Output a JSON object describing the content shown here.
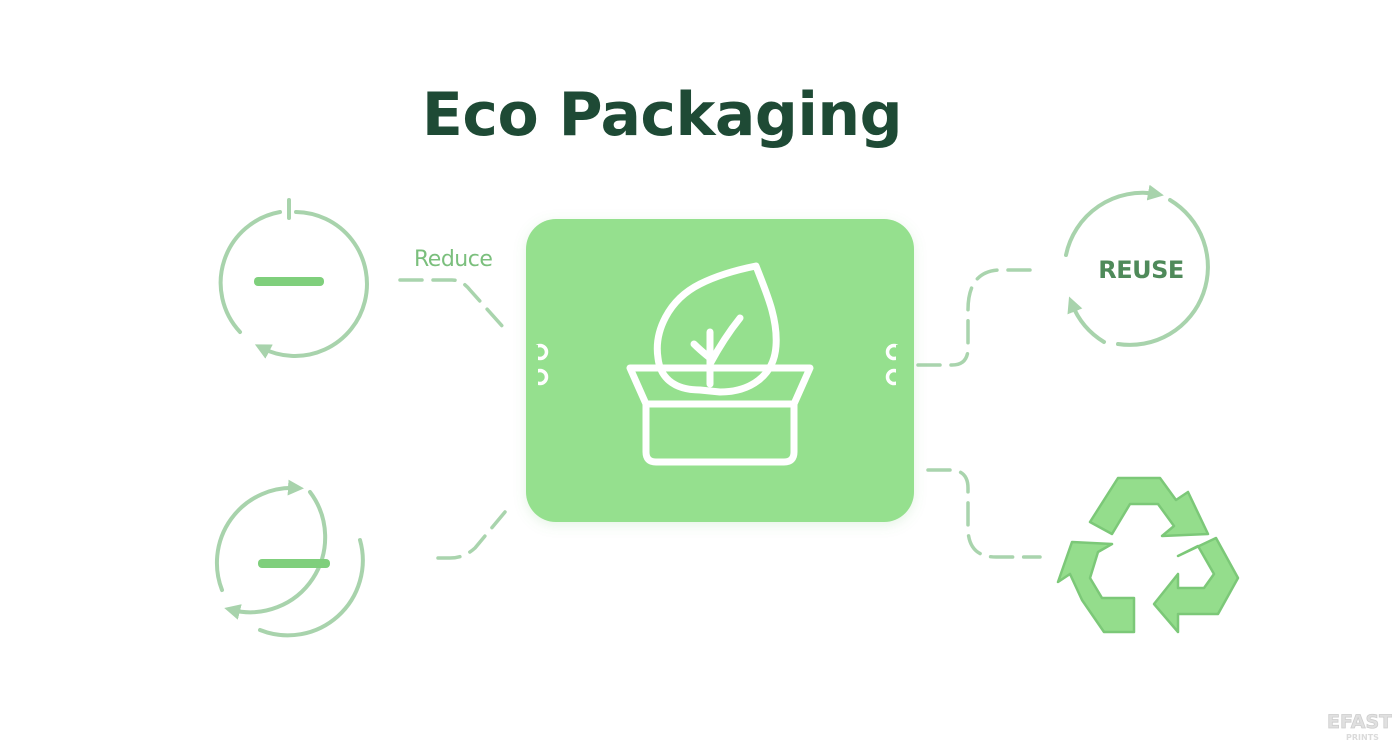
{
  "title": "Eco Packaging",
  "labels": {
    "reduce": "Reduce",
    "reuse": "REUSE"
  },
  "watermark": {
    "line1": "EFAST",
    "line2": "PRINTS"
  },
  "icons": {
    "top_left": "minus-cycle-icon",
    "bottom_left": "minus-cycle-icon",
    "center": "leaf-container-icon",
    "top_right": "reuse-cycle-icon",
    "bottom_right": "recycle-icon"
  },
  "colors": {
    "title": "#1e4a35",
    "box": "#95e08e",
    "line": "#a9d4ad",
    "ring": "#a8d3ac",
    "minus": "#7fcf7c",
    "reduce_text": "#7bbf7d",
    "reuse_text": "#4f8a5a",
    "recycle_fill": "#94dd8c",
    "recycle_stroke": "#7cc878"
  }
}
